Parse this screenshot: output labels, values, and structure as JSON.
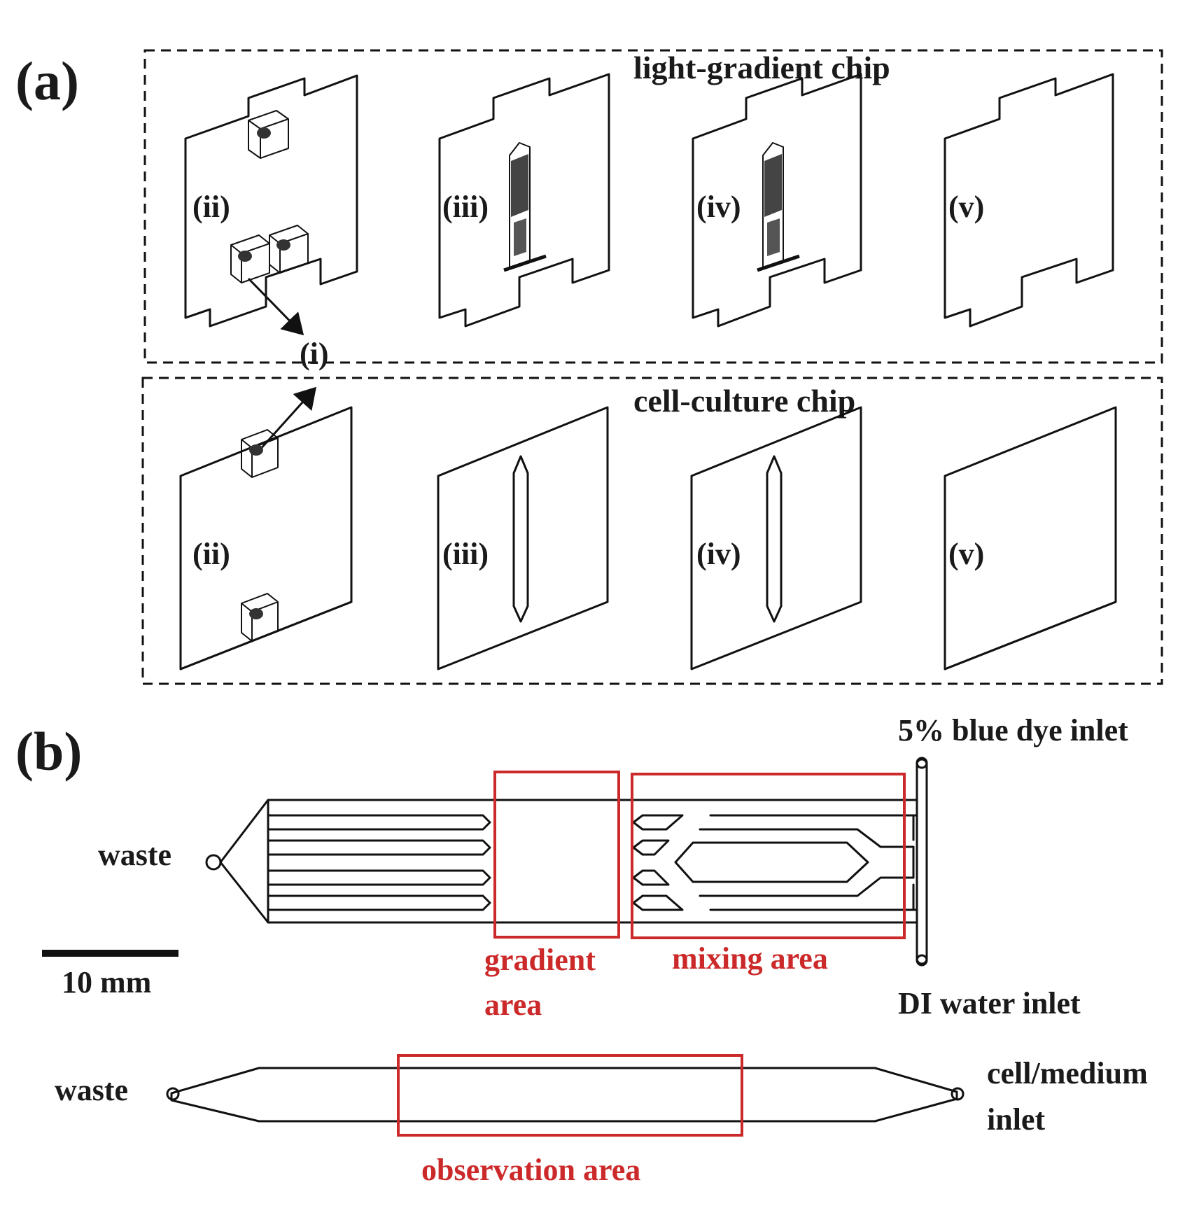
{
  "panel_a": {
    "label": "(a)",
    "light_chip": {
      "title": "light-gradient chip",
      "layers": [
        "(ii)",
        "(iii)",
        "(iv)",
        "(v)"
      ]
    },
    "arrow_label": "(i)",
    "cell_chip": {
      "title": "cell-culture chip",
      "layers": [
        "(ii)",
        "(iii)",
        "(iv)",
        "(v)"
      ]
    }
  },
  "panel_b": {
    "label": "(b)",
    "gradient_chip": {
      "waste": "waste",
      "blue_dye_inlet": "5% blue dye inlet",
      "di_water_inlet": "DI water inlet",
      "gradient_area_line1": "gradient",
      "gradient_area_line2": "area",
      "mixing_area": "mixing area"
    },
    "scale_bar": "10 mm",
    "culture_chip": {
      "waste": "waste",
      "inlet_line1": "cell/medium",
      "inlet_line2": "inlet",
      "observation_area": "observation area"
    }
  },
  "colors": {
    "line": "#111111",
    "highlight": "#cc2a2a",
    "background": "#ffffff"
  }
}
